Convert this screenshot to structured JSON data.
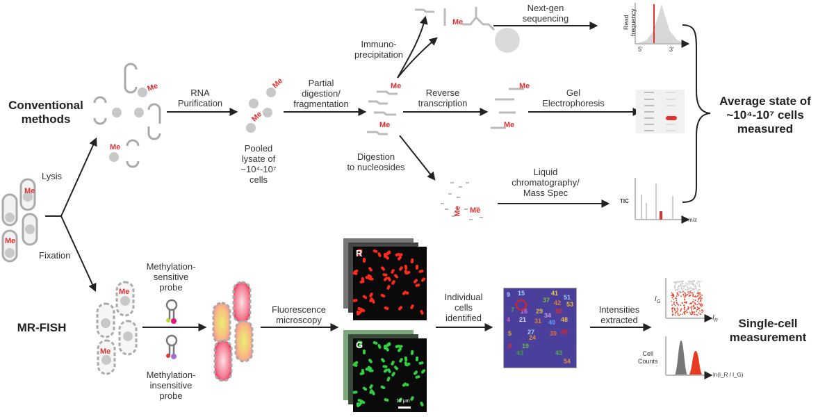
{
  "labels": {
    "conventional": [
      "Conventional",
      "methods"
    ],
    "mrfish": "MR-FISH",
    "lysis": "Lysis",
    "fixation": "Fixation",
    "rna_purification": [
      "RNA",
      "Purification"
    ],
    "pooled": [
      "Pooled",
      "lysate of",
      "~10⁴-10⁷",
      "cells"
    ],
    "partial_digestion": [
      "Partial",
      "digestion/",
      "fragmentation"
    ],
    "immuno": [
      "Immuno-",
      "precipitation"
    ],
    "ngs": [
      "Next-gen",
      "sequencing"
    ],
    "reverse_transcription": [
      "Reverse",
      "transcription"
    ],
    "gel": [
      "Gel",
      "Electrophoresis"
    ],
    "digestion_nucleosides": [
      "Digestion",
      "to nucleosides"
    ],
    "lcms": [
      "Liquid",
      "chromatography/",
      "Mass Spec"
    ],
    "average_state": [
      "Average state of",
      "~10⁴-10⁷ cells",
      "measured"
    ],
    "meth_sensitive": [
      "Methylation-",
      "sensitive",
      "probe"
    ],
    "meth_insensitive": [
      "Methylation-",
      "insensitive",
      "probe"
    ],
    "fluorescence": [
      "Fluorescence",
      "microscopy"
    ],
    "individual_cells": [
      "Individual",
      "cells",
      "identified"
    ],
    "intensities": [
      "Intensities",
      "extracted"
    ],
    "single_cell": [
      "Single-cell",
      "measurement"
    ],
    "me": "Me",
    "read_frequency": [
      "Read",
      "frequency"
    ],
    "five_prime": "5'",
    "three_prime": "3'",
    "tic": "TIC",
    "mz": "m/z",
    "channel_r": "R",
    "channel_g": "G",
    "scale_bar": "10 μm",
    "ig": "I",
    "ig_sub": "G",
    "ir": "I",
    "ir_sub": "R",
    "cell_counts": [
      "Cell",
      "Counts"
    ],
    "ln_ratio": "ln(I_R / I_G)"
  },
  "cell_ids": [
    {
      "n": "9",
      "c": "#aac8ff"
    },
    {
      "n": "15",
      "c": "#a0d0ff"
    },
    {
      "n": "41",
      "c": "#e8d040"
    },
    {
      "n": "51",
      "c": "#9ad0ff"
    },
    {
      "n": "37",
      "c": "#7ac040"
    },
    {
      "n": "42",
      "c": "#e07a30"
    },
    {
      "n": "53",
      "c": "#e8c020"
    },
    {
      "n": "7",
      "c": "#50b040"
    },
    {
      "n": "16",
      "c": "#d070d0"
    },
    {
      "n": "29",
      "c": "#d8c040"
    },
    {
      "n": "50",
      "c": "#e03030"
    },
    {
      "n": "34",
      "c": "#c0a0e0"
    },
    {
      "n": "4",
      "c": "#d060c0"
    },
    {
      "n": "21",
      "c": "#e0e0ff"
    },
    {
      "n": "31",
      "c": "#e08030"
    },
    {
      "n": "40",
      "c": "#60a0f0"
    },
    {
      "n": "48",
      "c": "#e8c040"
    },
    {
      "n": "5",
      "c": "#e0b030"
    },
    {
      "n": "27",
      "c": "#a0d0ff"
    },
    {
      "n": "39",
      "c": "#e07040"
    },
    {
      "n": "45",
      "c": "#e02020"
    },
    {
      "n": "24",
      "c": "#e09040"
    },
    {
      "n": "8",
      "c": "#e03030"
    },
    {
      "n": "19",
      "c": "#60c040"
    },
    {
      "n": "43",
      "c": "#40a040"
    },
    {
      "n": "43",
      "c": "#50b050"
    },
    {
      "n": "54",
      "c": "#e09040"
    }
  ],
  "colors": {
    "methyl": "#e03030",
    "arrow": "#222222",
    "gray": "#bbbbbb",
    "cell_panel_bg": "#4b3f9c",
    "red_channel": "#ff2a1a",
    "green_channel": "#30d040"
  }
}
